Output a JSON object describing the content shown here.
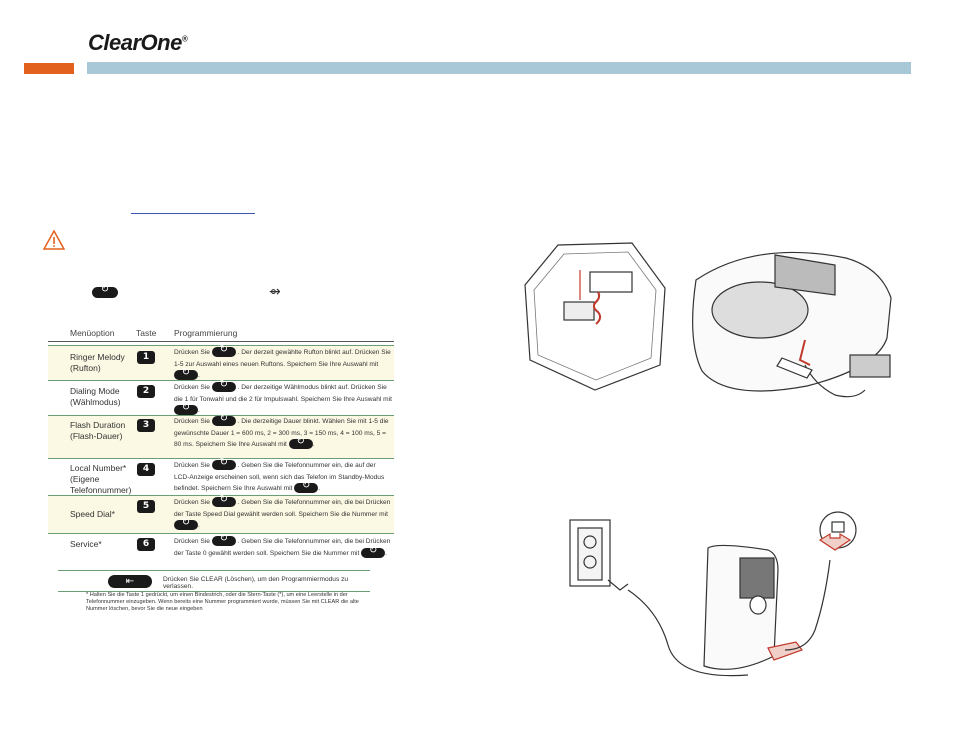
{
  "brand": {
    "logo_text": "ClearOne"
  },
  "table": {
    "headers": {
      "option": "Menüoption",
      "key": "Taste",
      "programming": "Programmierung"
    },
    "rows": [
      {
        "option": "Ringer Melody (Rufton)",
        "key": "1",
        "desc_parts": [
          "Drücken Sie",
          ". Der derzeit gewählte Rufton blinkt auf. Drücken Sie 1-5 zur Auswahl eines neuen Ruftons. Speichern Sie Ihre Auswahl mit",
          "."
        ]
      },
      {
        "option": "Dialing Mode (Wählmodus)",
        "key": "2",
        "desc_parts": [
          "Drücken Sie",
          ". Der derzeitige Wählmodus blinkt auf. Drücken Sie die 1 für Tonwahl und die 2 für Impulswahl. Speichern Sie Ihre Auswahl mit",
          "."
        ]
      },
      {
        "option": "Flash Duration (Flash-Dauer)",
        "key": "3",
        "desc_parts": [
          "Drücken Sie",
          ". Die derzeitige Dauer blinkt. Wählen Sie mit 1-5 die gewünschte Dauer 1 = 600 ms, 2 = 300 ms, 3 = 150 ms, 4 = 100 ms, 5 = 80 ms. Speichern Sie Ihre Auswahl mit",
          "."
        ]
      },
      {
        "option": "Local Number* (Eigene Telefonnummer)",
        "key": "4",
        "desc_parts": [
          "Drücken Sie",
          ". Geben Sie die Telefonnummer ein, die auf der LCD-Anzeige erscheinen soll, wenn sich das Telefon im Standby-Modus befindet. Speichern Sie Ihre Auswahl mit",
          "."
        ]
      },
      {
        "option": "Speed Dial*",
        "key": "5",
        "desc_parts": [
          "Drücken Sie",
          ". Geben Sie die Telefonnummer ein, die bei Drücken der Taste Speed Dial gewählt werden soll. Speichern Sie die Nummer mit",
          "."
        ]
      },
      {
        "option": "Service*",
        "key": "6",
        "desc_parts": [
          "Drücken Sie",
          ". Geben Sie die Telefonnummer ein, die bei Drücken der Taste 0 gewählt werden soll. Speichern Sie die Nummer mit",
          "."
        ]
      }
    ],
    "clear_text": "Drücken Sie CLEAR (Löschen), um den Programmiermodus zu verlassen.",
    "footnote": "* Halten Sie die Taste 1 gedrückt, um einen Bindestrich, oder die Stern-Taste (*), um eine Leerstelle in der Telefonnummer einzugeben. Wenn bereits eine Nummer programmiert wurde, müssen Sie mit CLEAR die alte Nummer löschen, bevor Sie die neue eingeben"
  },
  "icons": {
    "warning": "warning-triangle-icon",
    "program_key": "program-key-icon",
    "clear_key": "clear-key-icon",
    "enter_arrow": "enter-arrow-icon"
  },
  "colors": {
    "accent_orange": "#e2611c",
    "header_bar_blue": "#a8c8d8",
    "highlight_row": "#fbf8e3",
    "row_border_green": "#6c9e75"
  }
}
